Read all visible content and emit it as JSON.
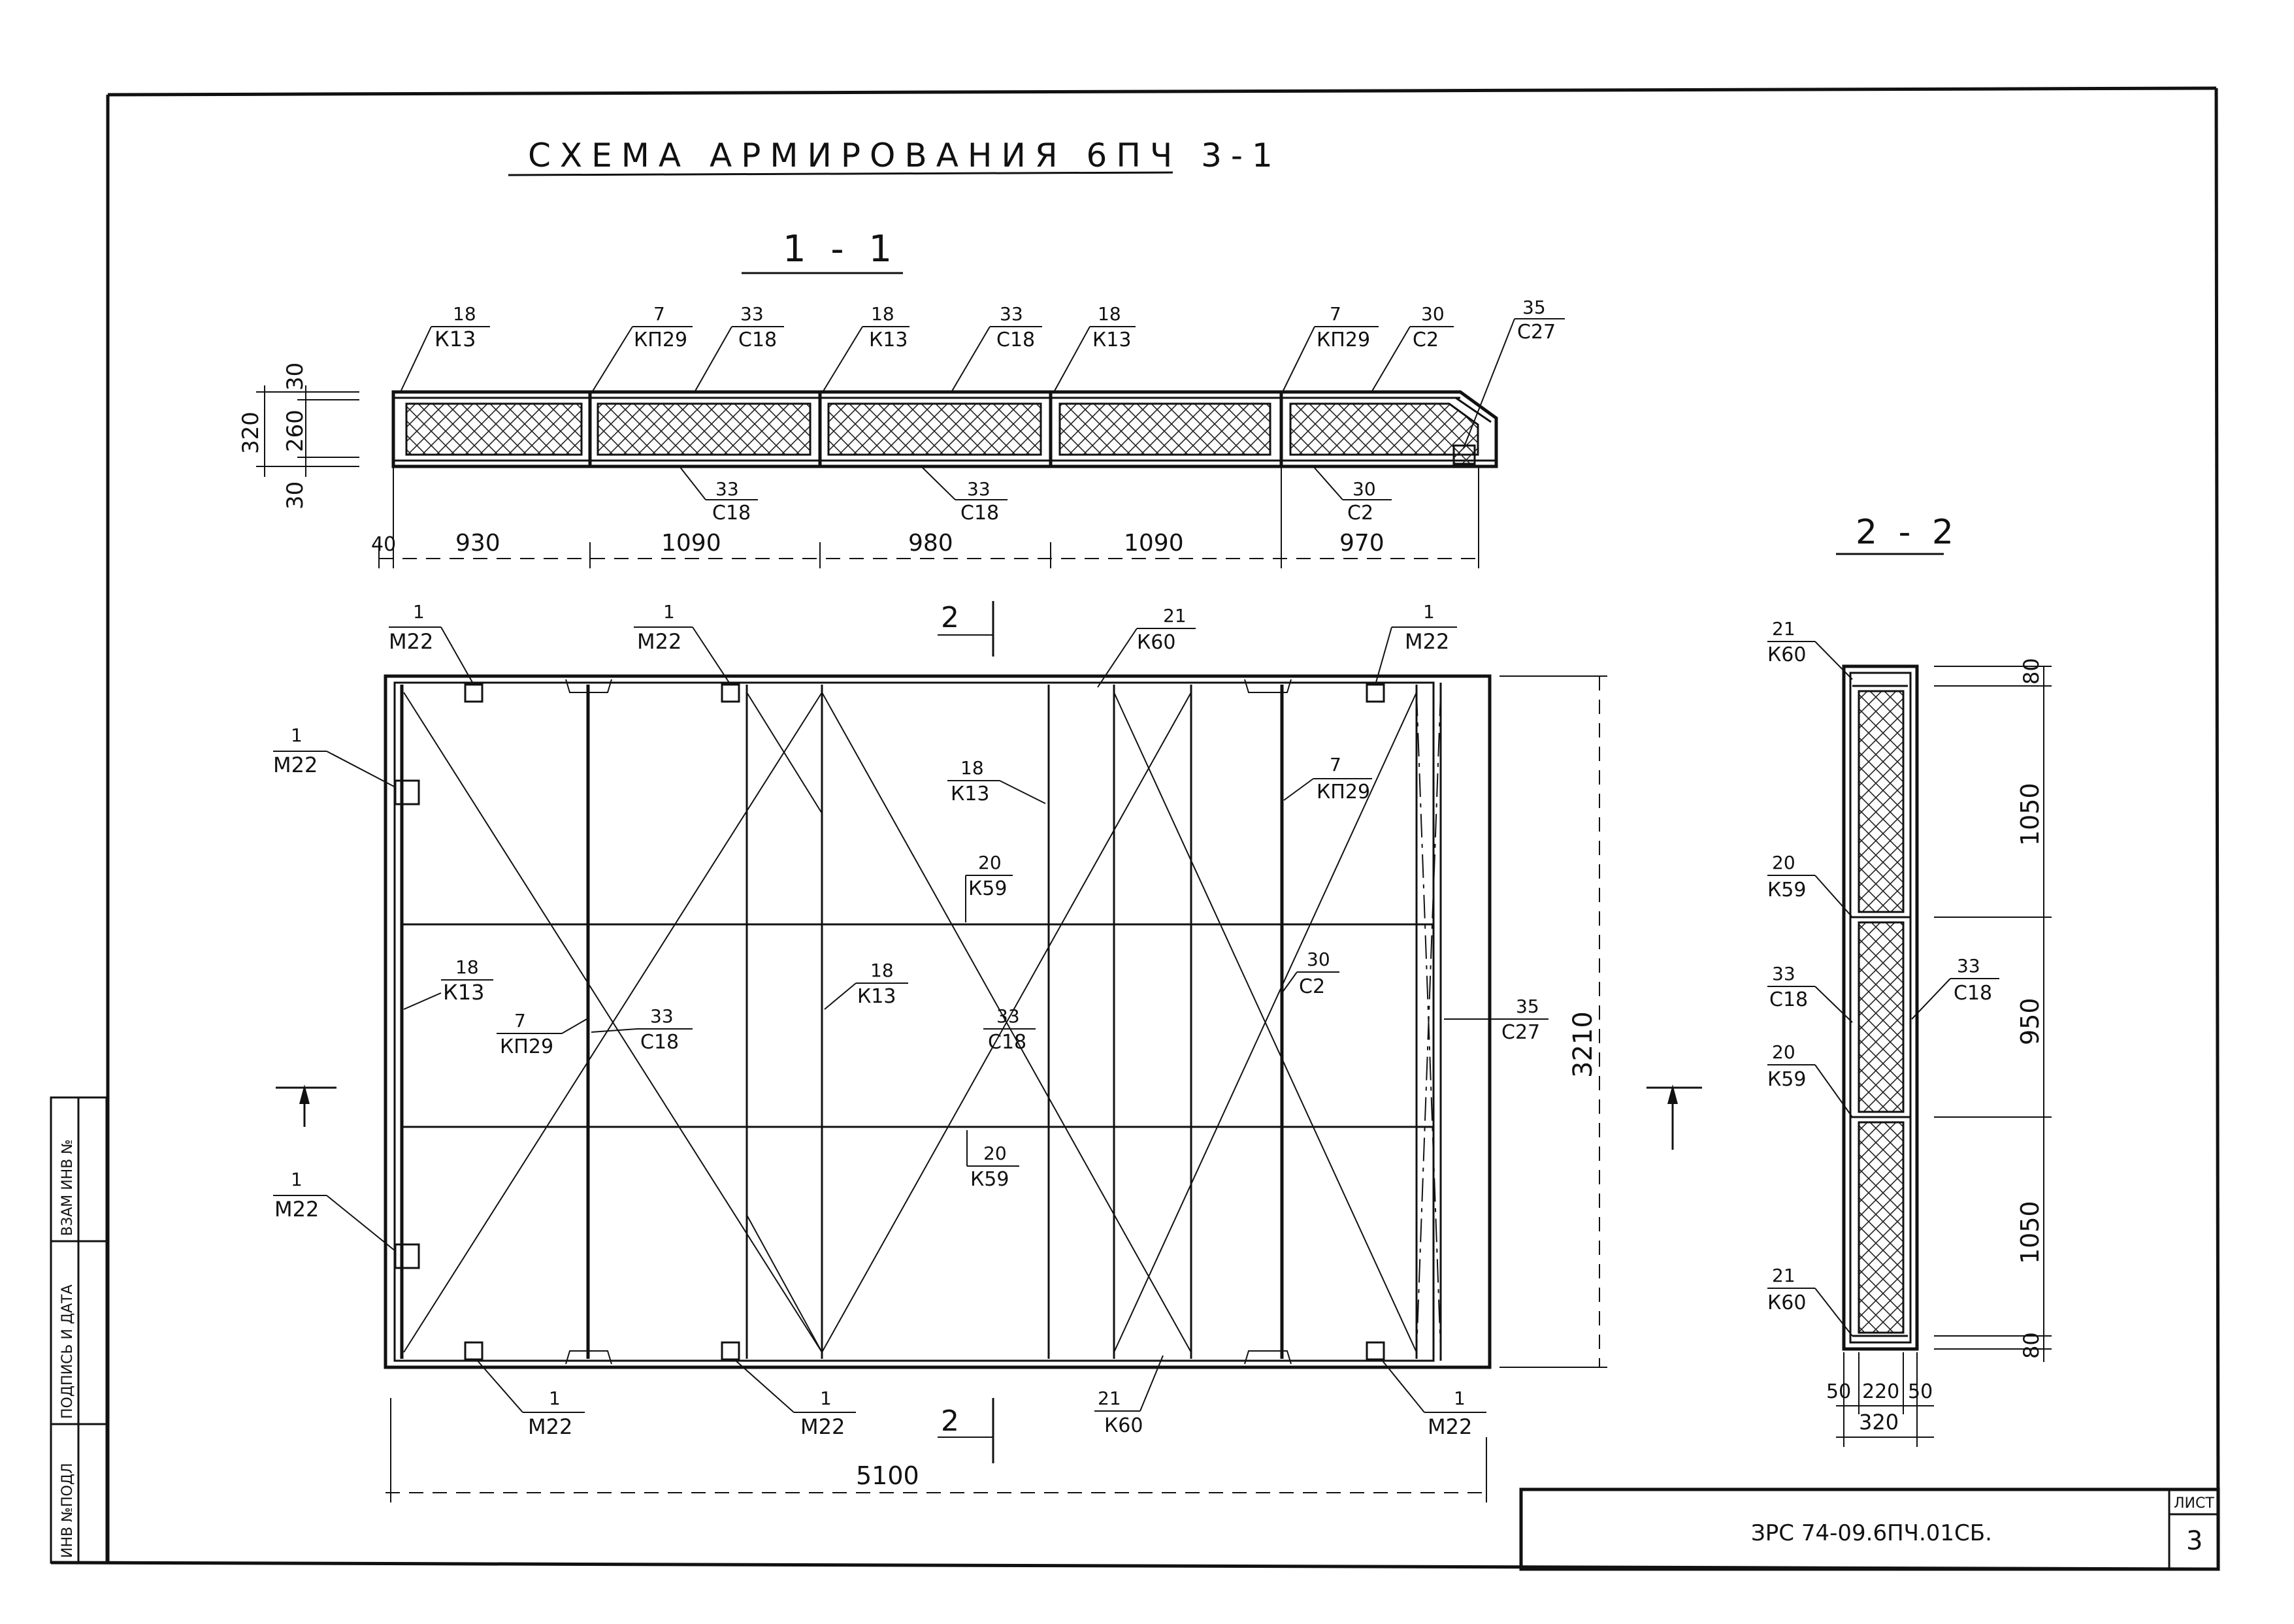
{
  "title": "СХЕМА АРМИРОВАНИЯ 6ПЧ 3-1",
  "section_1": {
    "label": "1 - 1",
    "callouts_top": [
      {
        "num": "18",
        "code": "К13"
      },
      {
        "num": "7",
        "code": "КП29"
      },
      {
        "num": "33",
        "code": "С18"
      },
      {
        "num": "18",
        "code": "К13"
      },
      {
        "num": "33",
        "code": "С18"
      },
      {
        "num": "18",
        "code": "К13"
      },
      {
        "num": "7",
        "code": "КП29"
      },
      {
        "num": "30",
        "code": "С2"
      },
      {
        "num": "35",
        "code": "С27"
      }
    ],
    "callouts_bottom": [
      {
        "num": "33",
        "code": "С18"
      },
      {
        "num": "33",
        "code": "С18"
      },
      {
        "num": "30",
        "code": "С2"
      }
    ],
    "dims_vertical": [
      "320",
      "30",
      "260",
      "30"
    ],
    "dims_horizontal": [
      "40",
      "930",
      "1090",
      "980",
      "1090",
      "970"
    ]
  },
  "plan": {
    "callouts": [
      {
        "num": "1",
        "code": "М22"
      },
      {
        "num": "1",
        "code": "М22"
      },
      {
        "num": "21",
        "code": "К60"
      },
      {
        "num": "1",
        "code": "М22"
      },
      {
        "num": "1",
        "code": "М22"
      },
      {
        "num": "18",
        "code": "К13"
      },
      {
        "num": "7",
        "code": "КП29"
      },
      {
        "num": "20",
        "code": "К59"
      },
      {
        "num": "18",
        "code": "К13"
      },
      {
        "num": "7",
        "code": "КП29"
      },
      {
        "num": "33",
        "code": "С18"
      },
      {
        "num": "18",
        "code": "К13"
      },
      {
        "num": "33",
        "code": "С18"
      },
      {
        "num": "30",
        "code": "С2"
      },
      {
        "num": "35",
        "code": "С27"
      },
      {
        "num": "20",
        "code": "К59"
      },
      {
        "num": "1",
        "code": "М22"
      },
      {
        "num": "1",
        "code": "М22"
      },
      {
        "num": "1",
        "code": "М22"
      },
      {
        "num": "21",
        "code": "К60"
      },
      {
        "num": "1",
        "code": "М22"
      }
    ],
    "section_mark": "2",
    "dim_width": "5100",
    "dim_height": "3210"
  },
  "section_2": {
    "label": "2 - 2",
    "callouts": [
      {
        "num": "21",
        "code": "К60"
      },
      {
        "num": "20",
        "code": "К59"
      },
      {
        "num": "33",
        "code": "С18"
      },
      {
        "num": "33",
        "code": "С18"
      },
      {
        "num": "20",
        "code": "К59"
      },
      {
        "num": "21",
        "code": "К60"
      }
    ],
    "dims_vertical": [
      "80",
      "1050",
      "950",
      "1050",
      "80"
    ],
    "dims_horizontal": [
      "50",
      "220",
      "50",
      "320"
    ]
  },
  "side_stamp": [
    "ИНВ №ПОДЛ",
    "ПОДПИСЬ И ДАТА",
    "ВЗАМ ИНВ №"
  ],
  "title_block": {
    "code": "ЗРС 74-09.6ПЧ.01СБ.",
    "sheet_label": "ЛИСТ",
    "sheet_num": "3"
  }
}
